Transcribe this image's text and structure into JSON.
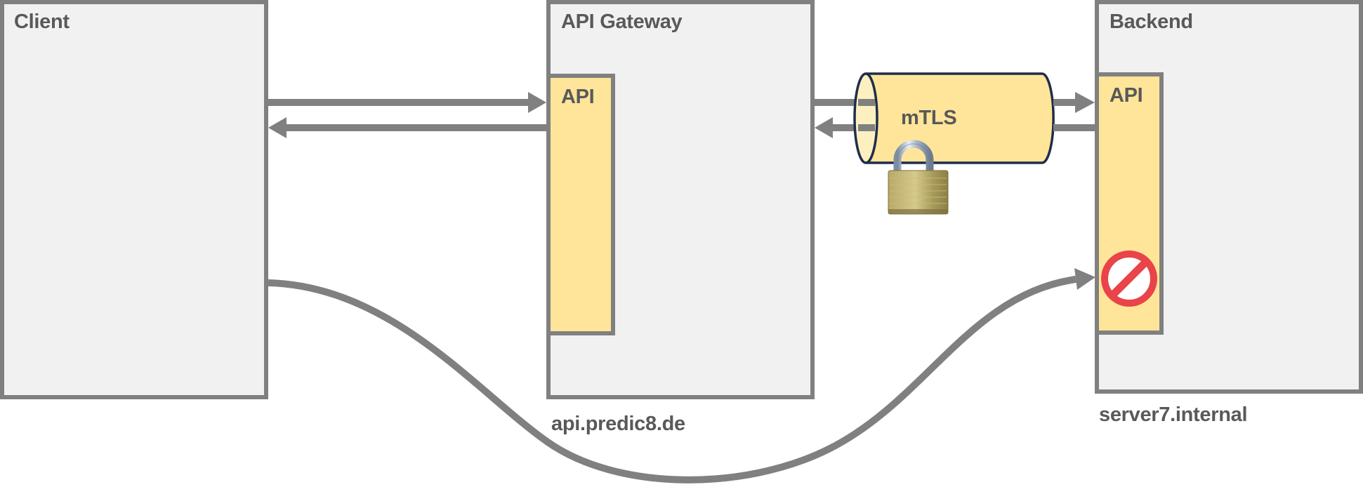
{
  "diagram": {
    "title": "API Gateway with mTLS to Backend",
    "nodes": {
      "client": {
        "label": "Client"
      },
      "gateway": {
        "label": "API Gateway",
        "inner_label": "API",
        "hostname": "api.predic8.de"
      },
      "backend": {
        "label": "Backend",
        "inner_label": "API",
        "hostname": "server7.internal"
      }
    },
    "tunnel": {
      "label": "mTLS",
      "icon": "lock-icon"
    },
    "blocked_icon": "prohibited-icon",
    "edges": [
      {
        "from": "client",
        "to": "gateway.api",
        "style": "straight-arrow"
      },
      {
        "from": "gateway.api",
        "to": "client",
        "style": "straight-arrow"
      },
      {
        "from": "gateway",
        "to": "backend.api",
        "style": "straight-arrow",
        "via": "mTLS tunnel"
      },
      {
        "from": "backend.api",
        "to": "gateway",
        "style": "straight-arrow",
        "via": "mTLS tunnel"
      },
      {
        "from": "client",
        "to": "backend.api",
        "style": "curved-arrow",
        "status": "blocked"
      }
    ],
    "colors": {
      "box_border": "#808080",
      "box_fill": "#f1f1f1",
      "api_fill": "#ffe599",
      "tunnel_stroke": "#1f2d4d",
      "tunnel_fill": "#ffe599",
      "text": "#595959",
      "prohibited": "#e8444a"
    }
  }
}
